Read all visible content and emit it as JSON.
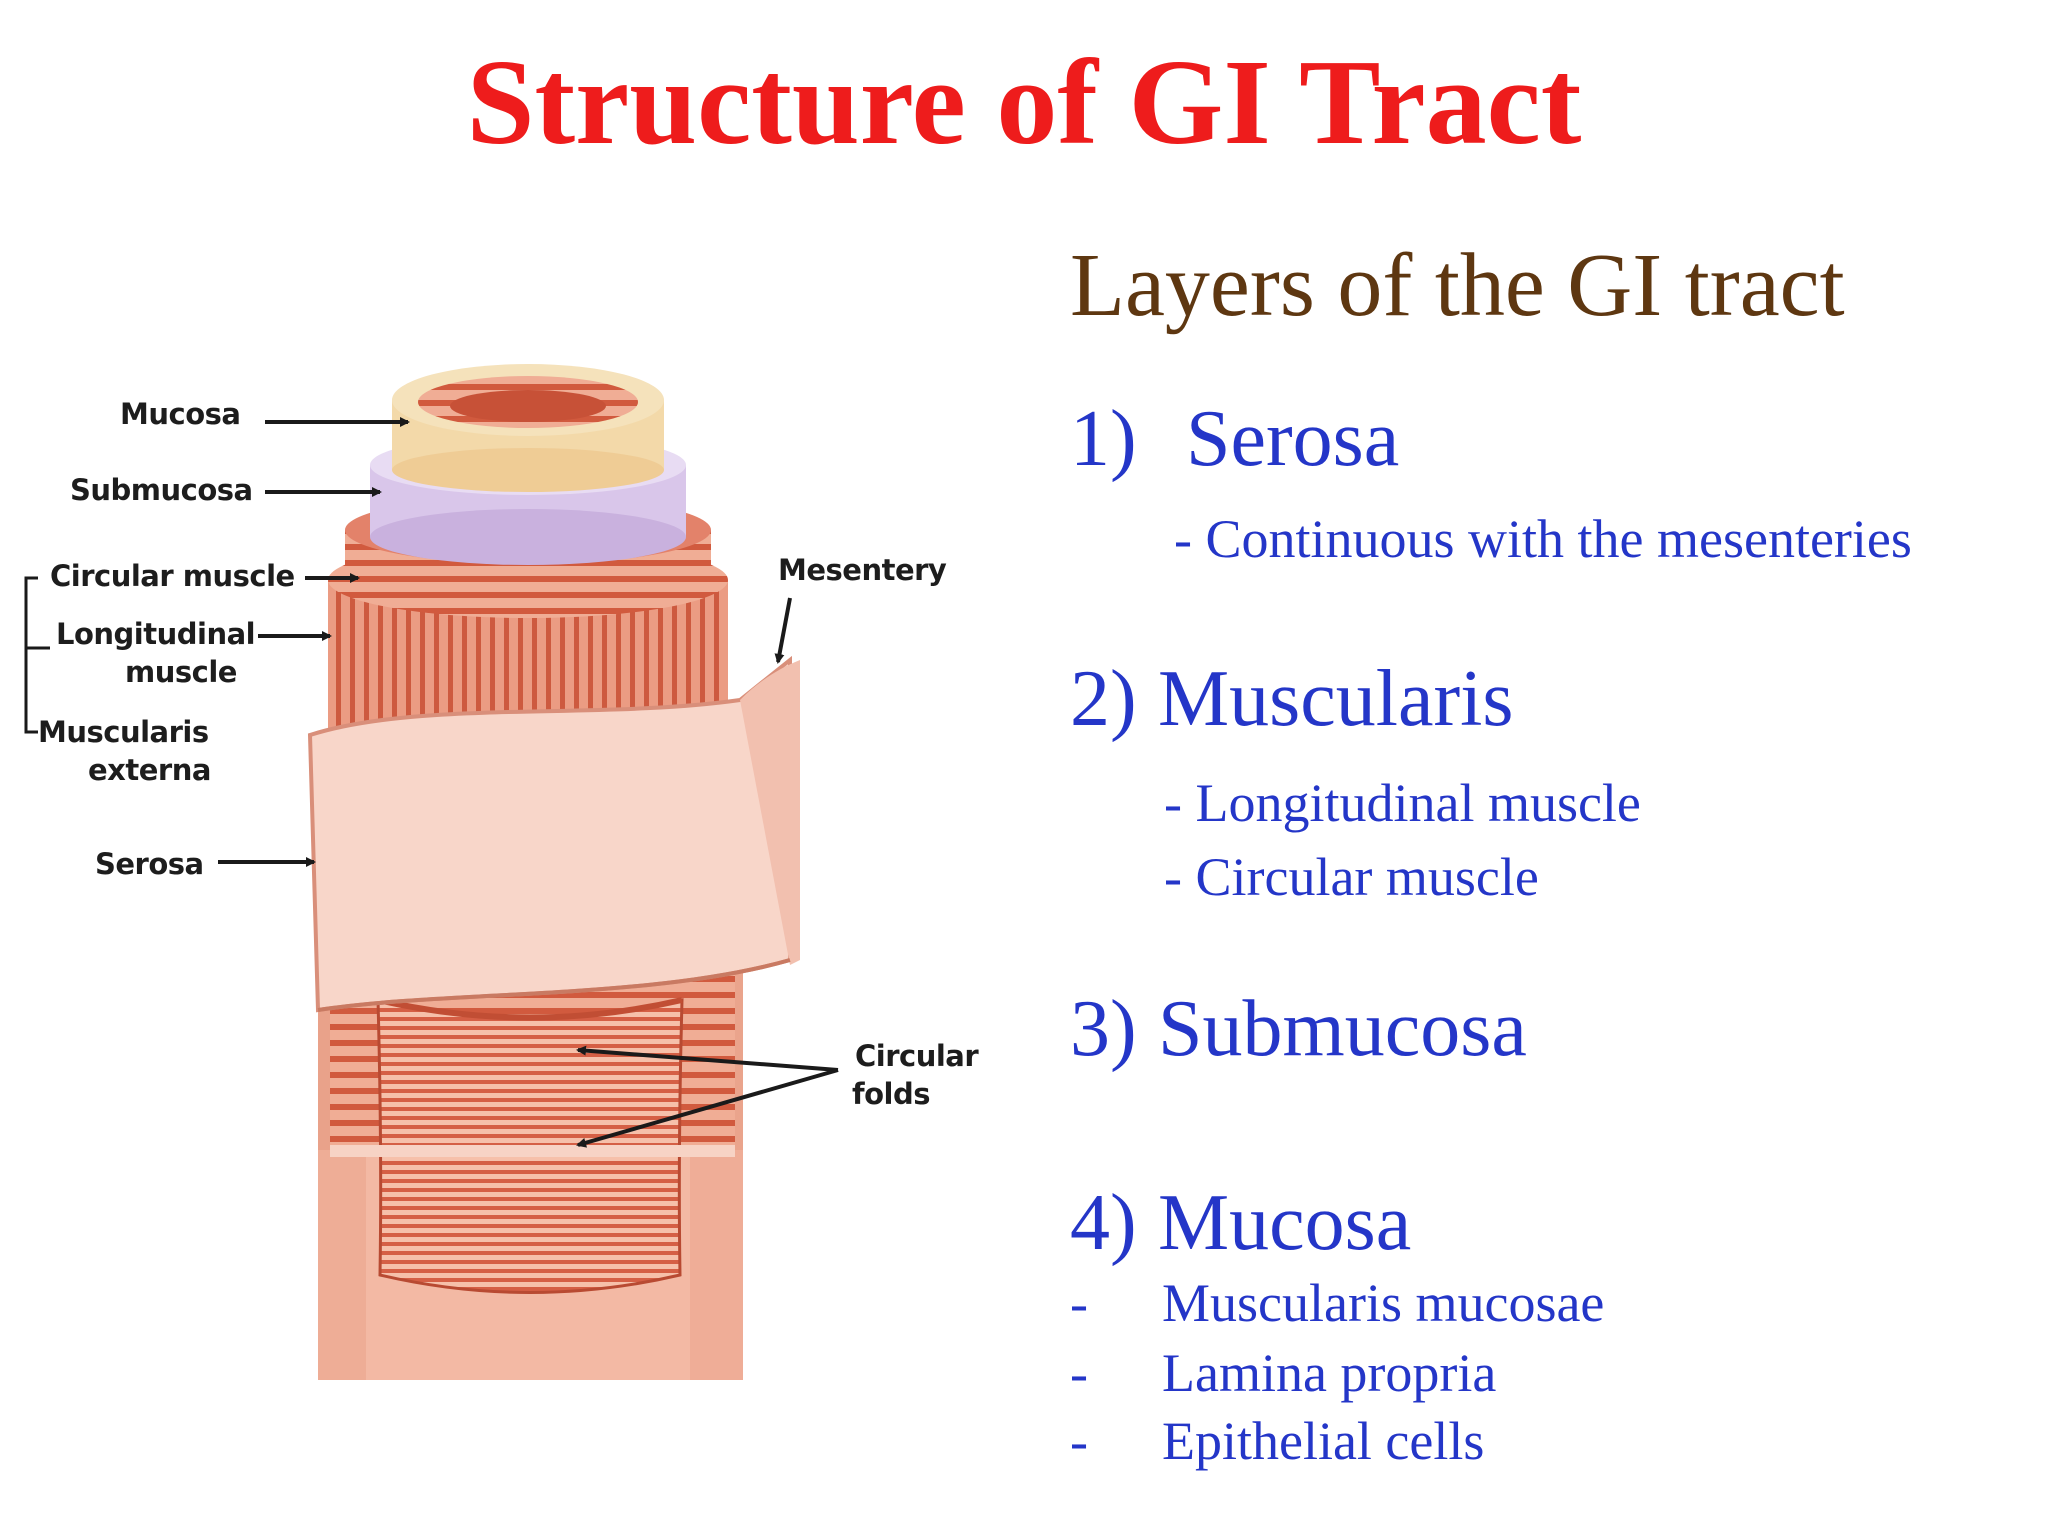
{
  "title": "Structure of GI Tract",
  "diagram": {
    "labels": {
      "mucosa": "Mucosa",
      "submucosa": "Submucosa",
      "circular_muscle": "Circular muscle",
      "longitudinal_muscle_1": "Longitudinal",
      "longitudinal_muscle_2": "muscle",
      "muscularis_externa_1": "Muscularis",
      "muscularis_externa_2": "externa",
      "serosa": "Serosa",
      "mesentery": "Mesentery",
      "circular_folds_1": "Circular",
      "circular_folds_2": "folds"
    }
  },
  "panel": {
    "heading": "Layers of the GI tract",
    "layers": [
      {
        "number": "1)",
        "name": "Serosa",
        "details": [
          "- Continuous with the mesenteries"
        ]
      },
      {
        "number": "2)",
        "name": "Muscularis",
        "details": [
          "- Longitudinal muscle",
          "- Circular muscle"
        ]
      },
      {
        "number": "3)",
        "name": "Submucosa",
        "details": []
      },
      {
        "number": "4)",
        "name": "Mucosa",
        "bullet": "-",
        "details": [
          "Muscularis mucosae",
          "Lamina propria",
          "Epithelial cells"
        ]
      }
    ]
  },
  "colors": {
    "title": "#ee1c1c",
    "heading": "#5e3711",
    "text": "#2436c8",
    "tissue": "#d9664c",
    "serosa": "#f7d3c5"
  }
}
